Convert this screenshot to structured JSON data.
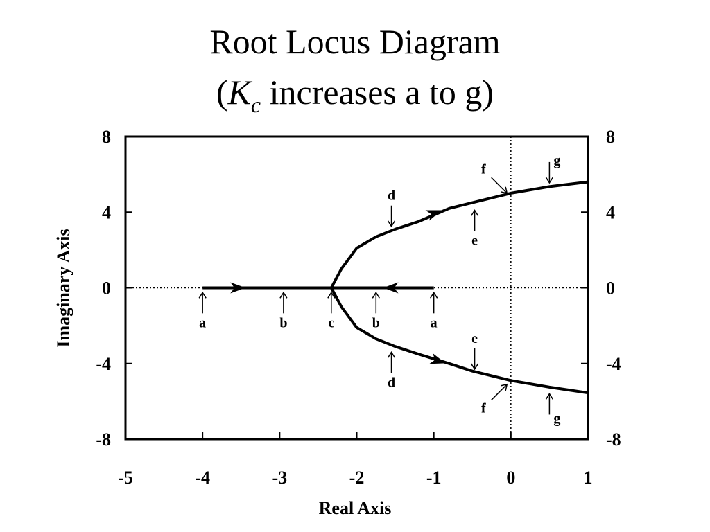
{
  "chart_data": {
    "type": "line",
    "title_line1": "Root Locus Diagram",
    "title_line2": {
      "open": "(",
      "k": "K",
      "sub": "c",
      "rest": " increases a to g)"
    },
    "xlabel": "Real Axis",
    "ylabel": "Imaginary Axis",
    "xlim": [
      -5,
      1
    ],
    "ylim": [
      -8,
      8
    ],
    "x_ticks": [
      -5,
      -4,
      -3,
      -2,
      -1,
      0,
      1
    ],
    "y_ticks": [
      -8,
      -4,
      0,
      4,
      8
    ],
    "x_tick_labels": [
      "-5",
      "-4",
      "-3",
      "-2",
      "-1",
      "0",
      "1"
    ],
    "y_tick_labels": [
      "-8",
      "-4",
      "0",
      "4",
      "8"
    ],
    "grid": "dotted lines at x=0 and y=0",
    "series": [
      {
        "x": [
          -4,
          -2.33
        ],
        "y": [
          0,
          0
        ]
      },
      {
        "x": [
          -1,
          -2.33
        ],
        "y": [
          0,
          0
        ]
      },
      {
        "x": [
          -2.33,
          -2.2,
          -2.0,
          -1.75,
          -1.5,
          -1.2,
          -0.8,
          -0.5,
          0,
          0.5,
          1.0
        ],
        "y": [
          0,
          1.0,
          2.1,
          2.7,
          3.1,
          3.5,
          4.2,
          4.5,
          5.0,
          5.35,
          5.6
        ]
      },
      {
        "x": [
          -2.33,
          -2.2,
          -2.0,
          -1.75,
          -1.5,
          -1.2,
          -0.8,
          -0.5,
          0,
          0.5,
          1.0
        ],
        "y": [
          0,
          -1.0,
          -2.1,
          -2.7,
          -3.1,
          -3.5,
          -4.0,
          -4.4,
          -4.9,
          -5.25,
          -5.55
        ]
      }
    ],
    "direction_arrows": [
      {
        "x": -3.55,
        "y": 0,
        "dir": "right"
      },
      {
        "x": -1.55,
        "y": 0,
        "dir": "left"
      },
      {
        "x": -1.0,
        "y": 3.95,
        "dir": "upper"
      },
      {
        "x": -0.95,
        "y": -3.85,
        "dir": "lower"
      }
    ],
    "annotations": [
      {
        "label": "a",
        "x": -4.0,
        "y": -0.25,
        "side": "below"
      },
      {
        "label": "b",
        "x": -2.95,
        "y": -0.25,
        "side": "below"
      },
      {
        "label": "c",
        "x": -2.33,
        "y": -0.25,
        "side": "below"
      },
      {
        "label": "b",
        "x": -1.75,
        "y": -0.25,
        "side": "below"
      },
      {
        "label": "a",
        "x": -1.0,
        "y": -0.25,
        "side": "below"
      },
      {
        "label": "d",
        "x": -1.55,
        "y": 3.25,
        "side": "above"
      },
      {
        "label": "e",
        "x": -0.47,
        "y": 4.1,
        "side": "below"
      },
      {
        "label": "f",
        "x": -0.05,
        "y": 5.0,
        "side": "upper-left"
      },
      {
        "label": "g",
        "x": 0.5,
        "y": 5.55,
        "side": "above-right"
      },
      {
        "label": "d",
        "x": -1.55,
        "y": -3.4,
        "side": "below"
      },
      {
        "label": "e",
        "x": -0.47,
        "y": -4.3,
        "side": "above"
      },
      {
        "label": "f",
        "x": -0.05,
        "y": -5.1,
        "side": "lower-left"
      },
      {
        "label": "g",
        "x": 0.5,
        "y": -5.6,
        "side": "below-right"
      }
    ]
  }
}
